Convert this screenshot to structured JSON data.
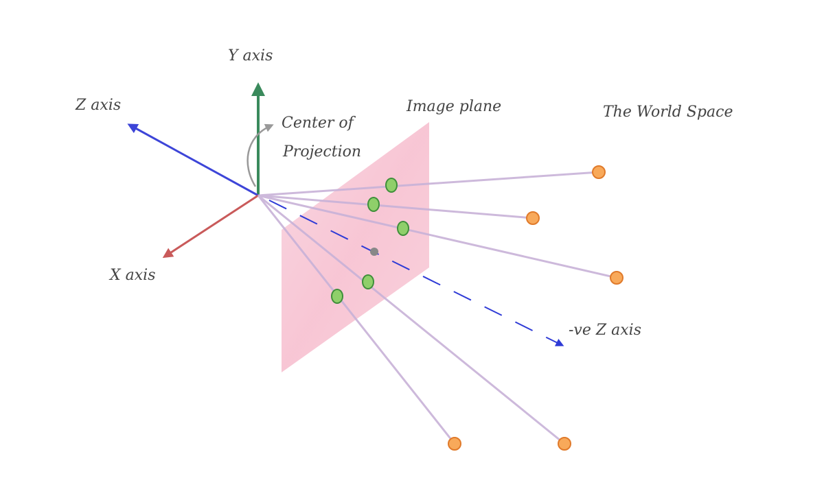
{
  "labels": {
    "y_axis": "Y axis",
    "z_axis": "Z axis",
    "x_axis": "X axis",
    "neg_z_axis": "-ve Z axis",
    "center_line1": "Center of",
    "center_line2": "Projection",
    "image_plane": "Image plane",
    "world_space": "The World Space"
  },
  "colors": {
    "y_axis": "#3a8a5c",
    "z_axis": "#3d45d8",
    "x_axis": "#c95a5a",
    "neg_z_axis": "#2f3bd6",
    "rays": "#c8b2d8",
    "image_plane": "#f7c3d3",
    "projected_points": "#8fcf6a",
    "projected_points_stroke": "#3f8f3a",
    "world_points": "#f8a95a",
    "world_points_stroke": "#e07a2a",
    "principal_point": "#888888",
    "text": "#444444",
    "center_arrow": "#999999"
  },
  "counts": {
    "world_points": 5,
    "projected_points": 5
  }
}
